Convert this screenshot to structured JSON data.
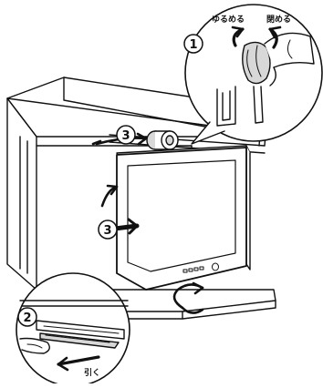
{
  "labels": {
    "loosen": "ゆるめる",
    "tighten": "閉める",
    "pull": "引く"
  },
  "steps": {
    "step1": "1",
    "step2": "2",
    "step3": "3"
  },
  "colors": {
    "line": "#111111",
    "fill_light": "#ffffff",
    "fill_grey": "#d8d8d8",
    "fill_dark": "#333333"
  }
}
